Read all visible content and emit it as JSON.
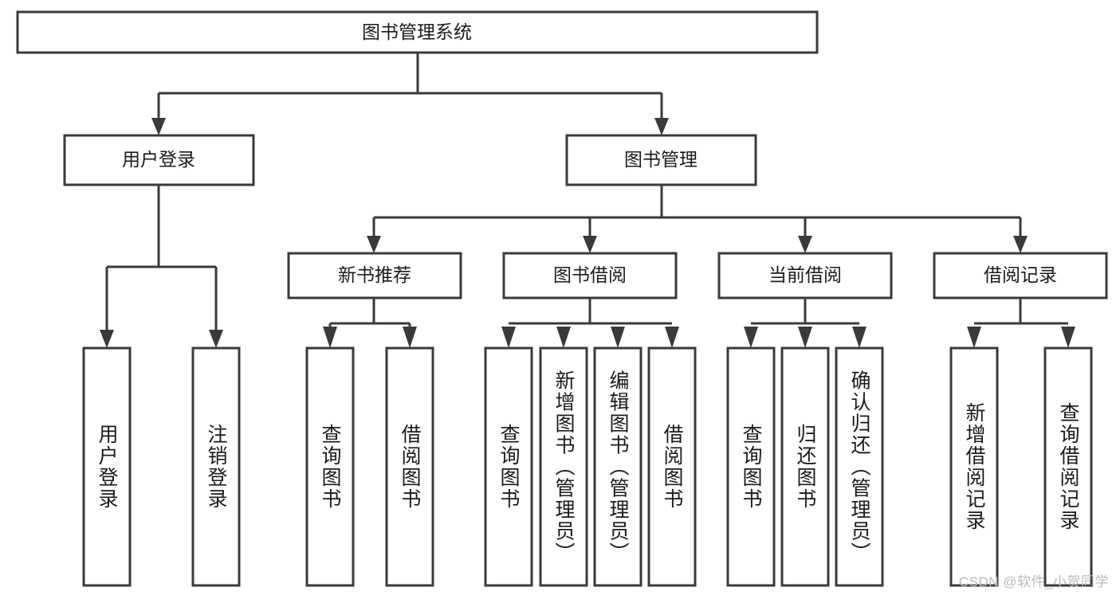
{
  "diagram": {
    "type": "tree-hierarchy",
    "title": "图书管理系统",
    "watermark": "CSDN @软件_小贺同学",
    "colors": {
      "stroke": "#3a3a3a",
      "fill": "#ffffff",
      "text": "#1b1b1b",
      "watermark": "#b9b9b9"
    },
    "levels": {
      "root": {
        "label": "图书管理系统"
      },
      "level2": [
        {
          "label": "用户登录"
        },
        {
          "label": "图书管理"
        }
      ],
      "level3": [
        {
          "label": "新书推荐"
        },
        {
          "label": "图书借阅"
        },
        {
          "label": "当前借阅"
        },
        {
          "label": "借阅记录"
        }
      ]
    },
    "leaves": {
      "user_login": [
        {
          "label": "用户登录"
        },
        {
          "label": "注销登录"
        }
      ],
      "new_book_recommend": [
        {
          "label": "查询图书"
        },
        {
          "label": "借阅图书"
        }
      ],
      "book_borrow": [
        {
          "label": "查询图书"
        },
        {
          "label": "新增图书（管理员）"
        },
        {
          "label": "编辑图书（管理员）"
        },
        {
          "label": "借阅图书"
        }
      ],
      "current_borrow": [
        {
          "label": "查询图书"
        },
        {
          "label": "归还图书"
        },
        {
          "label": "确认归还（管理员）"
        }
      ],
      "borrow_records": [
        {
          "label": "新增借阅记录"
        },
        {
          "label": "查询借阅记录"
        }
      ]
    }
  }
}
